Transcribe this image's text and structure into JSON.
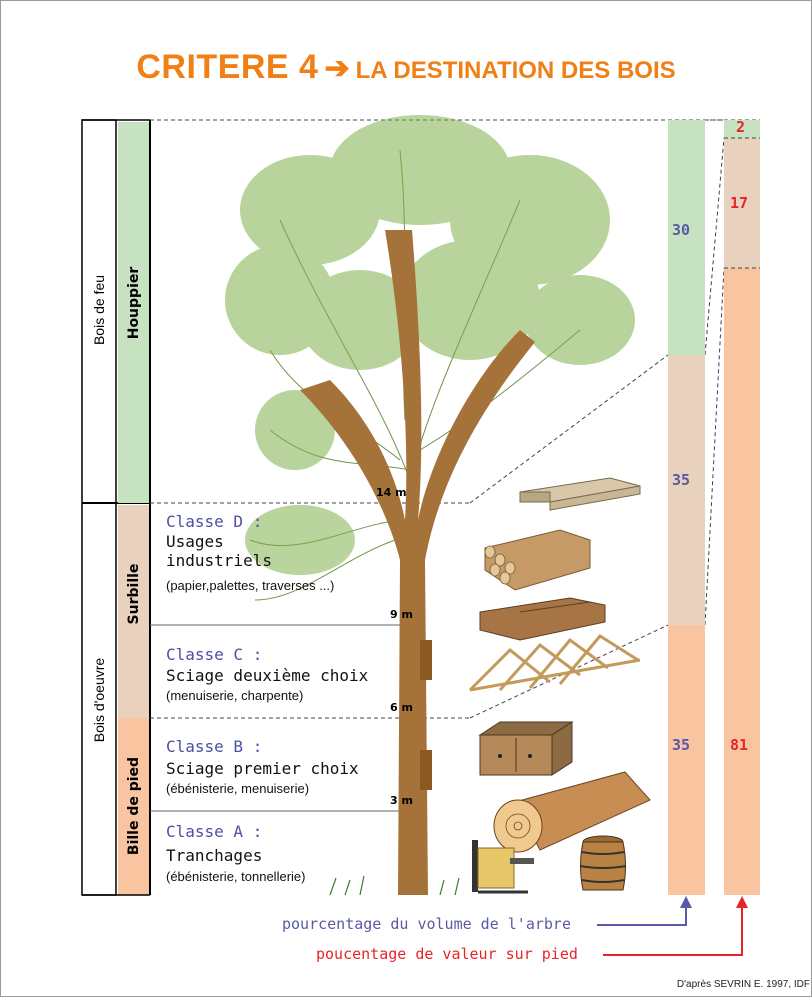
{
  "title": {
    "main": "CRITERE 4",
    "arrow": "➔",
    "sub": "LA DESTINATION DES BOIS"
  },
  "use_groups": {
    "fire": "Bois de feu",
    "timber": "Bois d'oeuvre"
  },
  "sections": {
    "crown": "Houppier",
    "upper": "Surbille",
    "butt": "Bille de pied"
  },
  "classes": [
    {
      "name": "Classe D :",
      "use": "Usages\nindustriels",
      "examples": "(papier,palettes, traverses ...)"
    },
    {
      "name": "Classe C :",
      "use": "Sciage deuxième choix",
      "examples": "(menuiserie, charpente)"
    },
    {
      "name": "Classe B :",
      "use": "Sciage premier choix",
      "examples": "(ébénisterie, menuiserie)"
    },
    {
      "name": "Classe A :",
      "use": "Tranchages",
      "examples": "(ébénisterie, tonnellerie)"
    }
  ],
  "heights": {
    "h14": "14 m",
    "h9": "9 m",
    "h6": "6 m",
    "h3": "3 m"
  },
  "volume_bar": {
    "color": "#5a5aa6",
    "segments": [
      {
        "value": "30",
        "color": "#c6e2c0"
      },
      {
        "value": "35",
        "color": "#e8d2bd"
      },
      {
        "value": "35",
        "color": "#f9c5a0"
      }
    ]
  },
  "value_bar": {
    "color": "#e8242a",
    "segments": [
      {
        "value": "2",
        "color": "#c6e2c0"
      },
      {
        "value": "17",
        "color": "#e8d2bd"
      },
      {
        "value": "81",
        "color": "#f9c5a0"
      }
    ]
  },
  "legend": {
    "volume": "pourcentage du volume de l'arbre",
    "value": "poucentage de valeur sur pied"
  },
  "credit": "D'après SEVRIN E. 1997, IDF",
  "icons": [
    "tree-illustration",
    "pallet-icon",
    "log-pile-icon",
    "sleepers-icon",
    "roof-trusses-icon",
    "cabinet-icon",
    "log-icon",
    "veneer-machine-icon",
    "barrel-icon"
  ]
}
